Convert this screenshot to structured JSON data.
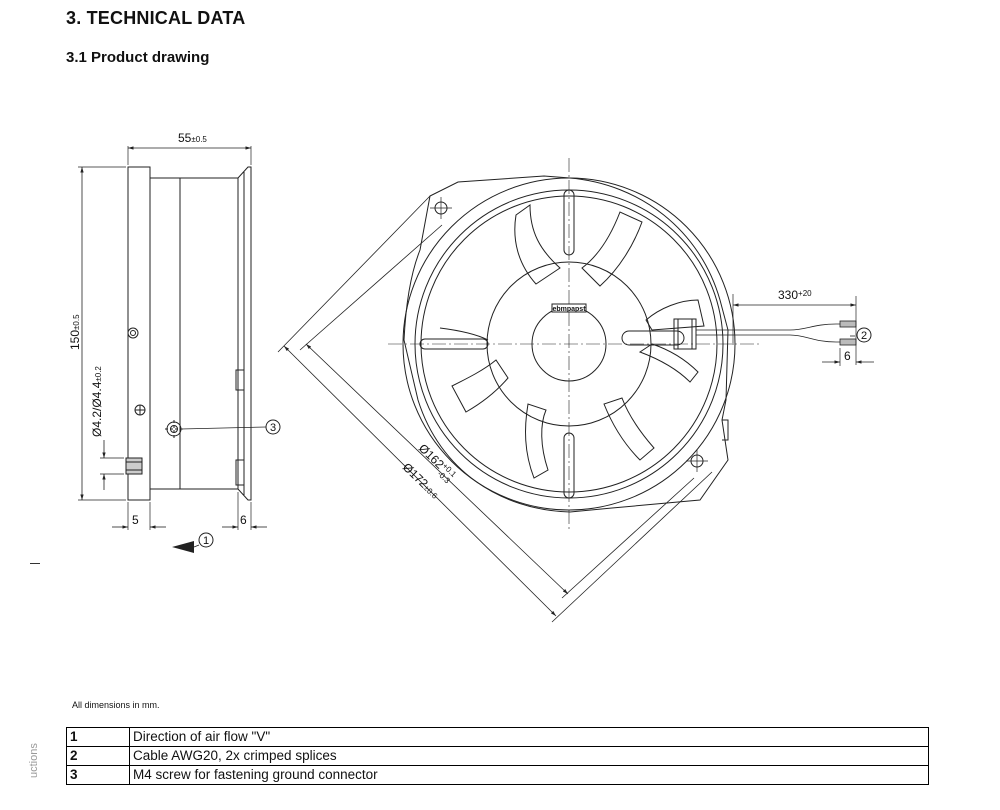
{
  "section_title": "3. TECHNICAL DATA",
  "subsection_title": "3.1 Product drawing",
  "drawing": {
    "dim_width": "55",
    "dim_width_tol": "±0.5",
    "dim_height": "150",
    "dim_height_tol": "±0.5",
    "dim_hole": "Ø4.2/Ø4.4",
    "dim_hole_tol": "±0.2",
    "dim_left_gap": "5",
    "dim_right_gap": "6",
    "dim_inner_dia": "Ø162",
    "dim_inner_dia_tol_upper": "+0.1",
    "dim_inner_dia_tol_lower": "-0.3",
    "dim_outer_dia": "Ø172",
    "dim_outer_dia_tol": "±0.6",
    "dim_cable": "330",
    "dim_cable_tol": "+20",
    "dim_splice": "6",
    "brand_label": "ebmpapst",
    "callout_1": "1",
    "callout_2": "2",
    "callout_3": "3"
  },
  "note": "All dimensions in mm.",
  "legend": [
    {
      "num": "1",
      "text": "Direction of air flow \"V\""
    },
    {
      "num": "2",
      "text": "Cable AWG20, 2x crimped splices"
    },
    {
      "num": "3",
      "text": "M4 screw for fastening ground connector"
    }
  ],
  "side_text": "uctions"
}
